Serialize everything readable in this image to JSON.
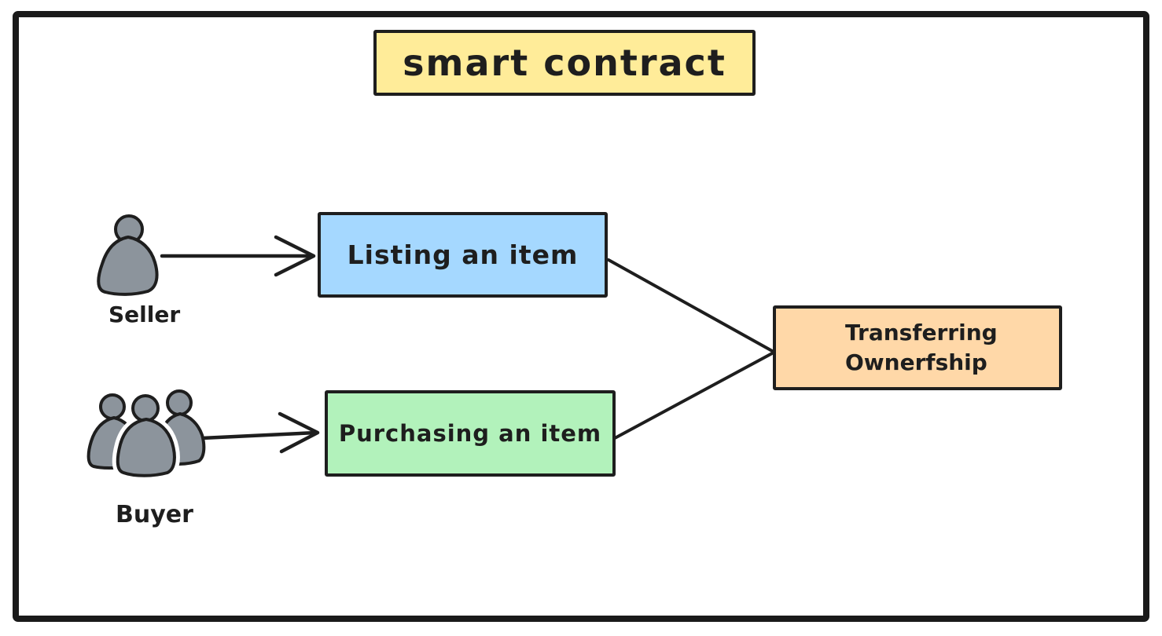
{
  "title": {
    "label": "smart contract",
    "fill": "#ffec99"
  },
  "actors": {
    "seller": {
      "label": "Seller",
      "icon": "person-icon"
    },
    "buyer": {
      "label": "Buyer",
      "icon": "people-group-icon"
    }
  },
  "nodes": {
    "listing": {
      "label": "Listing an item",
      "fill": "#a5d8ff"
    },
    "purchasing": {
      "label": "Purchasing an item",
      "fill": "#b2f2bb"
    },
    "transferring": {
      "label_line1": "Transferring",
      "label_line2": "Ownerfship",
      "fill": "#ffd8a8"
    }
  },
  "edges": [
    {
      "from": "seller",
      "to": "listing",
      "arrowhead": "chevron"
    },
    {
      "from": "buyer",
      "to": "purchasing",
      "arrowhead": "chevron"
    },
    {
      "from": "listing",
      "to": "transferring",
      "arrowhead": "none"
    },
    {
      "from": "purchasing",
      "to": "transferring",
      "arrowhead": "none"
    }
  ],
  "colors": {
    "stroke": "#1e1e1e",
    "frame": "#1a1a1a",
    "background": "#ffffff",
    "actor_fill": "#8c949c"
  }
}
